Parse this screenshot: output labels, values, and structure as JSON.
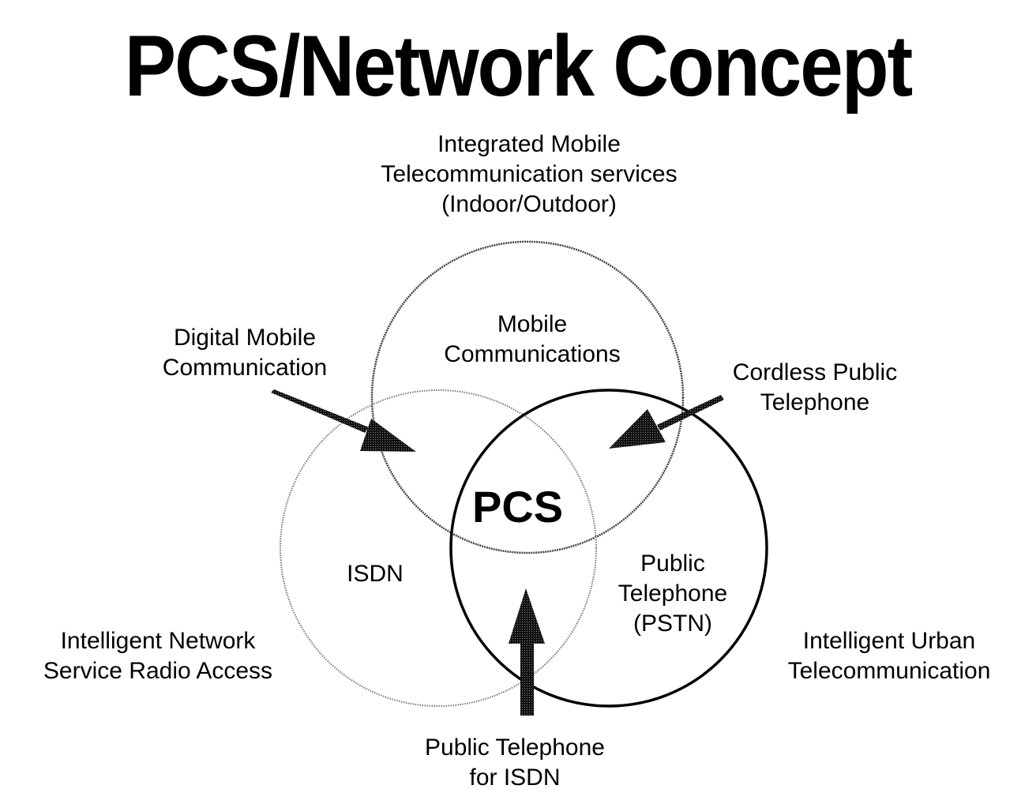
{
  "title": "PCS/Network Concept",
  "center_label": "PCS",
  "circles": [
    {
      "id": "mobile",
      "label_lines": [
        "Mobile",
        "Communications"
      ]
    },
    {
      "id": "isdn",
      "label_lines": [
        "ISDN"
      ]
    },
    {
      "id": "pstn",
      "label_lines": [
        "Public",
        "Telephone",
        "(PSTN)"
      ]
    }
  ],
  "outer_labels": {
    "top": [
      "Integrated Mobile",
      "Telecommunication services",
      "(Indoor/Outdoor)"
    ],
    "digital_mobile": [
      "Digital Mobile",
      "Communication"
    ],
    "cordless": [
      "Cordless Public",
      "Telephone"
    ],
    "intelligent_network": [
      "Intelligent Network",
      "Service Radio Access"
    ],
    "intelligent_urban": [
      "Intelligent Urban",
      "Telecommunication"
    ],
    "bottom": [
      "Public Telephone",
      "for ISDN"
    ]
  },
  "arrows": [
    {
      "id": "digital-mobile-arrow",
      "from": "Digital Mobile Communication",
      "to": "PCS"
    },
    {
      "id": "cordless-arrow",
      "from": "Cordless Public Telephone",
      "to": "PCS"
    },
    {
      "id": "isdn-phone-arrow",
      "from": "Public Telephone for ISDN",
      "to": "PCS"
    }
  ]
}
